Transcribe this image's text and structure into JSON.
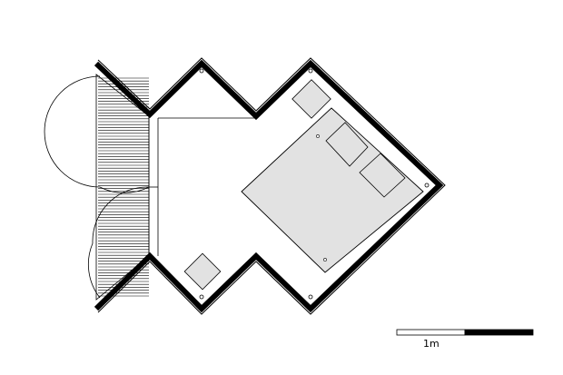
{
  "scale_bar": {
    "label": "1m",
    "colors": {
      "light": "#ffffff",
      "dark": "#000000"
    }
  },
  "colors": {
    "wall": "#000000",
    "furniture_fill": "#e2e2e2",
    "background": "#ffffff"
  },
  "elements": {
    "bed": "double-bed",
    "pillows": 2,
    "nightstands": 2,
    "doors": 2,
    "deck": "slatted-deck"
  }
}
